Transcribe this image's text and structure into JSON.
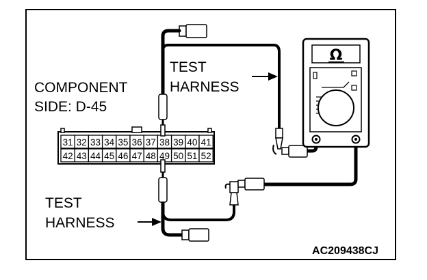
{
  "labels": {
    "test_harness_top_line1": "TEST",
    "test_harness_top_line2": "HARNESS",
    "component_line1": "COMPONENT",
    "component_line2": "SIDE: D-45",
    "test_harness_bottom_line1": "TEST",
    "test_harness_bottom_line2": "HARNESS",
    "figure_code": "AC209438CJ"
  },
  "meter": {
    "symbol": "Ω"
  },
  "connector": {
    "top_row": [
      "31",
      "32",
      "33",
      "34",
      "35",
      "36",
      "37",
      "38",
      "39",
      "40",
      "41"
    ],
    "bottom_row": [
      "42",
      "43",
      "44",
      "45",
      "46",
      "47",
      "48",
      "49",
      "50",
      "51",
      "52"
    ]
  }
}
